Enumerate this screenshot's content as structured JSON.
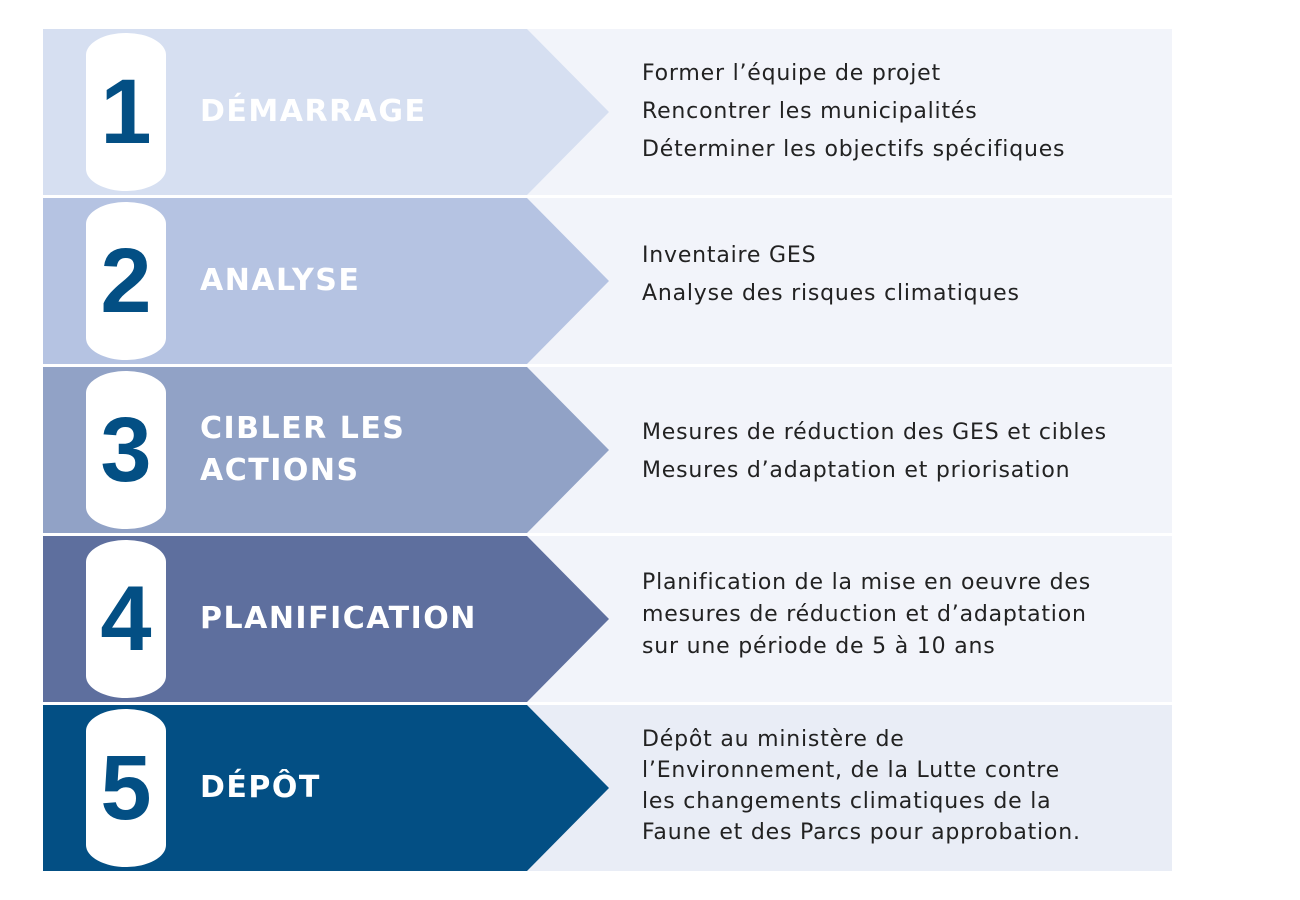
{
  "colors": {
    "step1_arrow": "#d6dff1",
    "step2_arrow": "#b5c3e2",
    "step3_arrow": "#91a2c6",
    "step4_arrow": "#5e6f9e",
    "step5_arrow": "#034f84",
    "panel_light": "#f2f4fa",
    "panel_dark": "#e9edf6",
    "number_color": "#034f84",
    "title_color": "#ffffff",
    "body_text": "#222222"
  },
  "steps": [
    {
      "number": "1",
      "title": "DÉMARRAGE",
      "lines": [
        "Former l’équipe de projet",
        "Rencontrer les municipalités",
        "Déterminer les objectifs spécifiques"
      ]
    },
    {
      "number": "2",
      "title": "ANALYSE",
      "lines": [
        "Inventaire GES",
        "Analyse des risques climatiques"
      ]
    },
    {
      "number": "3",
      "title_lines": [
        "CIBLER LES",
        "ACTIONS"
      ],
      "lines": [
        "Mesures de réduction des GES et cibles",
        "Mesures d’adaptation et priorisation"
      ]
    },
    {
      "number": "4",
      "title": "PLANIFICATION",
      "lines": [
        "Planification de la mise en oeuvre des",
        "mesures de réduction et d’adaptation",
        "sur une période de 5 à 10 ans"
      ]
    },
    {
      "number": "5",
      "title": "DÉPÔT",
      "lines": [
        "Dépôt au ministère de",
        "l’Environnement, de la Lutte contre",
        "les changements climatiques de la",
        "Faune et des Parcs pour approbation."
      ]
    }
  ]
}
